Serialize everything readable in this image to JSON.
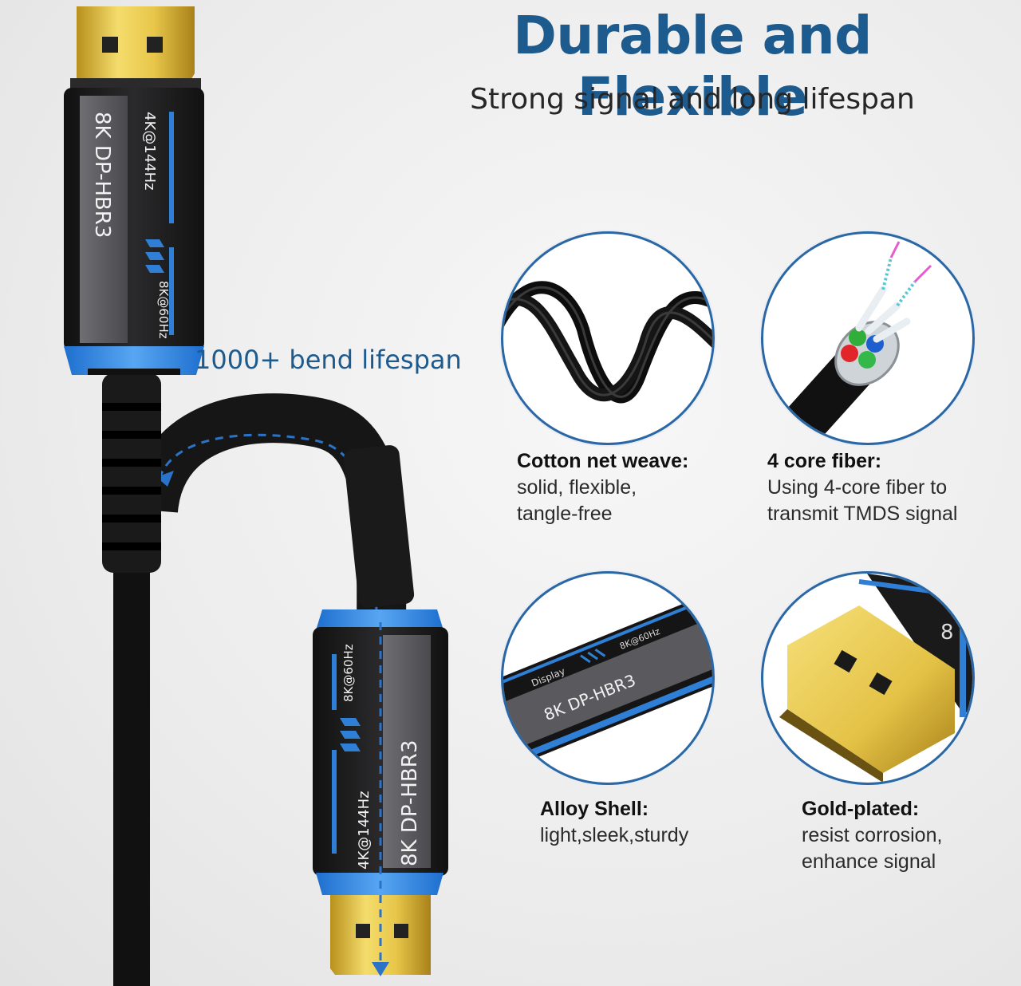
{
  "header": {
    "title": "Durable and Flexible",
    "subtitle": "Strong signal and long lifespan"
  },
  "callout": {
    "bend_label": "1000+ bend lifespan"
  },
  "connector_top": {
    "model": "8K DP-HBR3",
    "spec_primary": "4K@144Hz",
    "spec_secondary": "8K@60Hz"
  },
  "connector_bottom": {
    "model": "8K DP-HBR3",
    "spec_primary": "4K@144Hz",
    "spec_secondary": "8K@60Hz"
  },
  "features": [
    {
      "title": "Cotton net weave:",
      "lines": [
        "solid, flexible,",
        "tangle-free"
      ]
    },
    {
      "title": "4 core fiber:",
      "lines": [
        "Using 4-core fiber to",
        "transmit TMDS signal"
      ]
    },
    {
      "title": "Alloy Shell:",
      "lines": [
        "light,sleek,sturdy"
      ]
    },
    {
      "title": "Gold-plated:",
      "lines": [
        "resist corrosion,",
        "enhance signal"
      ]
    }
  ],
  "closeups": {
    "alloy_shell_text": {
      "brand": "Display",
      "model": "8K DP-HBR3",
      "spec": "8K@60Hz"
    },
    "gold_plated_text": "8"
  },
  "colors": {
    "title_blue": "#1d5a8e",
    "accent_blue": "#2f7fd6",
    "shell_dark": "#1b1b1d",
    "gold": "#e8c74a"
  }
}
